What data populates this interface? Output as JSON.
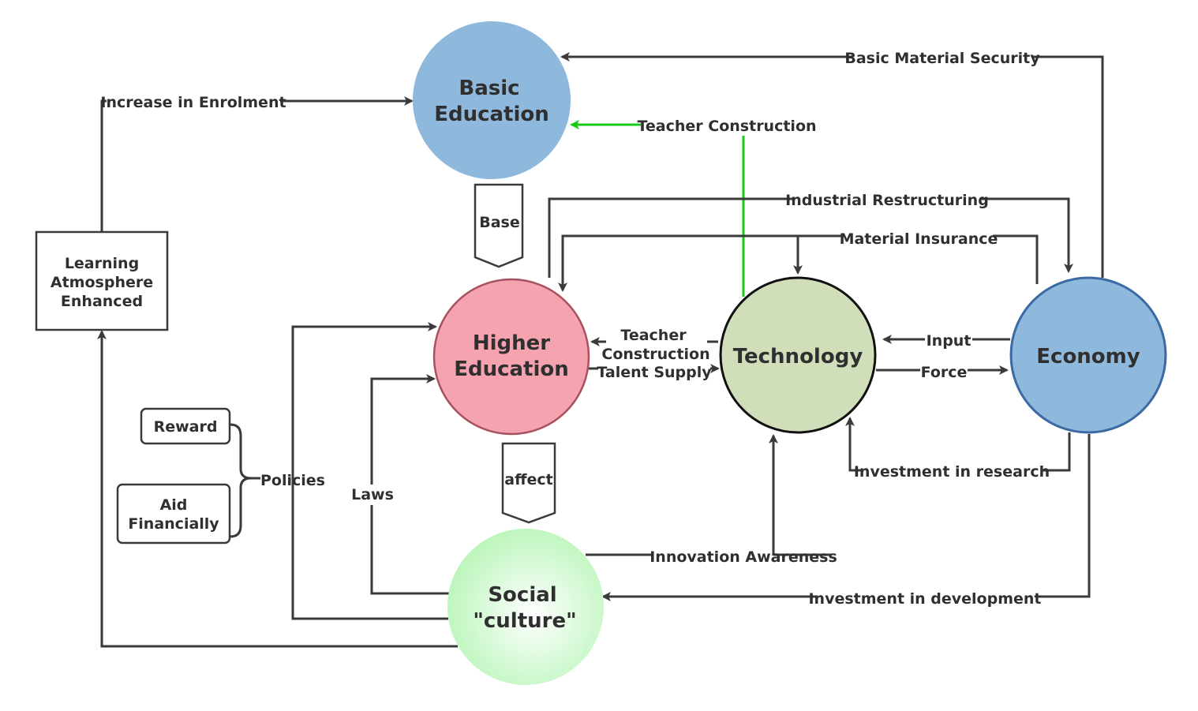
{
  "nodes": {
    "basic_education": {
      "line1": "Basic",
      "line2": "Education",
      "color": "#8fb8dd"
    },
    "higher_education": {
      "line1": "Higher",
      "line2": "Education",
      "color": "#f6a3b0"
    },
    "technology": {
      "label": "Technology",
      "color": "#d0deba"
    },
    "economy": {
      "label": "Economy",
      "color": "#8fb8dd"
    },
    "social_culture": {
      "line1": "Social",
      "line2": "\"culture\"",
      "color": "#c8f5c8"
    }
  },
  "boxes": {
    "learning_atmosphere": {
      "line1": "Learning",
      "line2": "Atmosphere",
      "line3": "Enhanced"
    },
    "reward": "Reward",
    "aid_financially": {
      "line1": "Aid",
      "line2": "Financially"
    }
  },
  "pentagons": {
    "base": "Base",
    "affect": "affect"
  },
  "edges": {
    "basic_material_security": "Basic Material Security",
    "increase_in_enrolment": "Increase in Enrolment",
    "teacher_construction_green": "Teacher Construction",
    "industrial_restructuring": "Industrial Restructuring",
    "material_insurance": "Material Insurance",
    "teacher_construction_1": "Teacher",
    "teacher_construction_2": "Construction",
    "talent_supply": "Talent Supply",
    "input": "Input",
    "force": "Force",
    "investment_in_research": "Investment in research",
    "innovation_awareness": "Innovation Awareness",
    "investment_in_development": "Investment in development",
    "policies": "Policies",
    "laws": "Laws"
  },
  "colors": {
    "line": "#3a3a3a",
    "green_arrow": "#19c819"
  }
}
